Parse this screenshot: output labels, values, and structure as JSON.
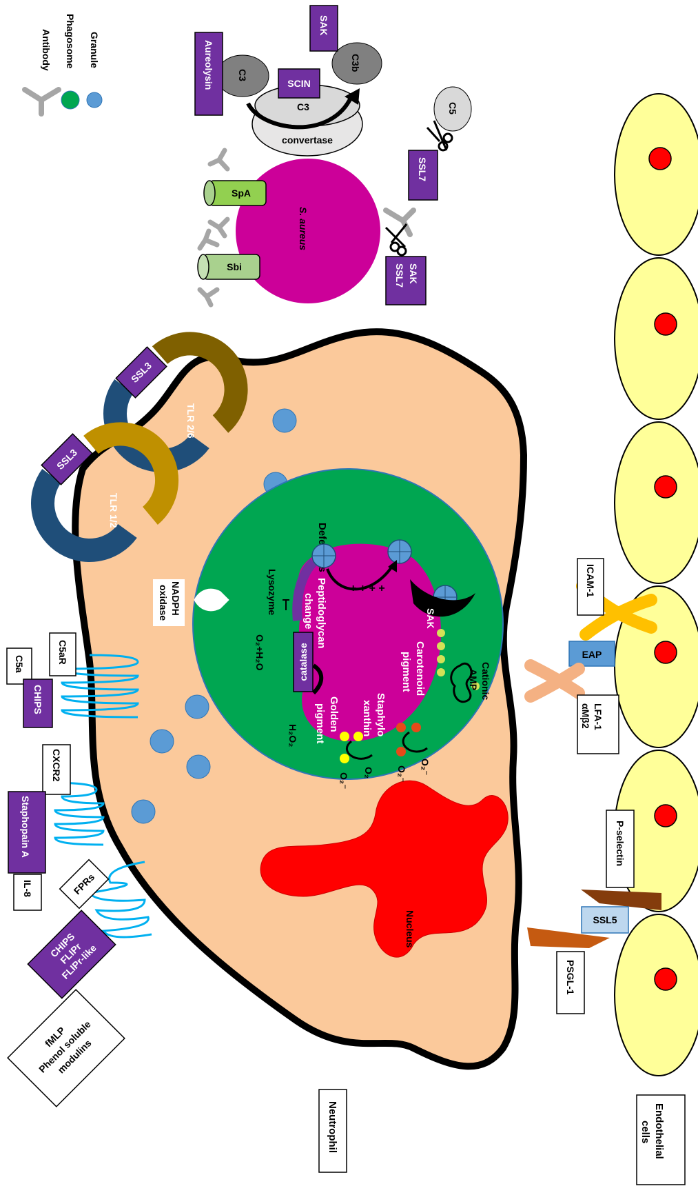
{
  "colors": {
    "cytoplasm": "#FBC99B",
    "phagosome": "#00A651",
    "bacterium": "#CC0099",
    "toxin_box": "#7030A0",
    "granule": "#5B9BD5",
    "nucleus": "#FF0000",
    "endothelial": "#FFFF99",
    "receptor_wire": "#00B0F0",
    "tlr_dark": "#1F4E79",
    "tlr_gold": "#BF9000",
    "tlr_brown": "#7F6000",
    "selectin": "#C55A11",
    "icam": "#FFC000",
    "lfa": "#F4B183",
    "light_blue_box": "#BDD7EE",
    "eap_box": "#5B9BD5",
    "protein_green": "#92D050",
    "complement_gray": "#808080"
  },
  "icons": [
    "antibody-icon",
    "phagosome-icon",
    "granule-icon",
    "scissors-icon"
  ],
  "legend": {
    "antibody": "Antibody",
    "phagosome": "Phagosome",
    "granule": "Granule"
  },
  "complement": {
    "aureolysin": "Aureolysin",
    "c3_left": "C3",
    "scin": "SCIN",
    "c3_inner": "C3",
    "convertase": "convertase",
    "c3b": "C3b",
    "sak_top": "SAK",
    "c5": "C5",
    "ssl7": "SSL7"
  },
  "bacterium": {
    "name": "S. aureus",
    "spa": "SpA",
    "sbi": "Sbi",
    "sak": "SAK",
    "ssl7": "SSL7"
  },
  "tlr": {
    "tlr26": "TLR 2/6",
    "tlr12": "TLR 1/2",
    "ssl3_a": "SSL3",
    "ssl3_b": "SSL3"
  },
  "receptors": {
    "c5a": "C5a",
    "c5ar": "C5aR",
    "chips_top": "CHIPS",
    "cxcr2": "CXCR2",
    "staphopain": "Staphopain A",
    "il8": "IL-8",
    "fprs": "FPRs",
    "chips_flipr_1": "CHIPS",
    "chips_flipr_2": "FLIPr",
    "chips_flipr_3": "FLIPr-like",
    "fmlp_1": "fMLP",
    "fmlp_2": "Phenol soluble",
    "fmlp_3": "modulins"
  },
  "neutrophil": {
    "label": "Neutrophil",
    "nadph_1": "NADPH",
    "nadph_2": "oxidase",
    "nucleus": "Nucleus"
  },
  "phagosome": {
    "defensins": "Defensins",
    "lysozyme": "Lysozyme",
    "peptidoglycan_1": "Peptidoglycan",
    "peptidoglycan_2": "change",
    "sak": "SAK",
    "carotenoid_1": "Carotenoid",
    "carotenoid_2": "pigment",
    "cationic_1": "Cationic",
    "cationic_2": "AMP",
    "golden_1": "Golden",
    "golden_2": "pigment",
    "staphylo_1": "Staphylo",
    "staphylo_2": "xanthin",
    "catalase": "catalase",
    "o2h2o": "O₂+H₂O",
    "h2o2": "H₂O₂",
    "o2_minus_a": "O₂⁻",
    "o2_a": "O₂",
    "o2_minus_b": "O₂⁻",
    "o2_b": "O₂⁻",
    "charges": "+ + + +"
  },
  "adhesion": {
    "icam1": "ICAM-1",
    "eap": "EAP",
    "lfa_1": "LFA-1",
    "lfa_2": "αMβ2",
    "pselectin": "P-selectin",
    "ssl5": "SSL5",
    "psgl1": "PSGL-1"
  },
  "endothelial": {
    "label_1": "Endothelial",
    "label_2": "cells"
  }
}
